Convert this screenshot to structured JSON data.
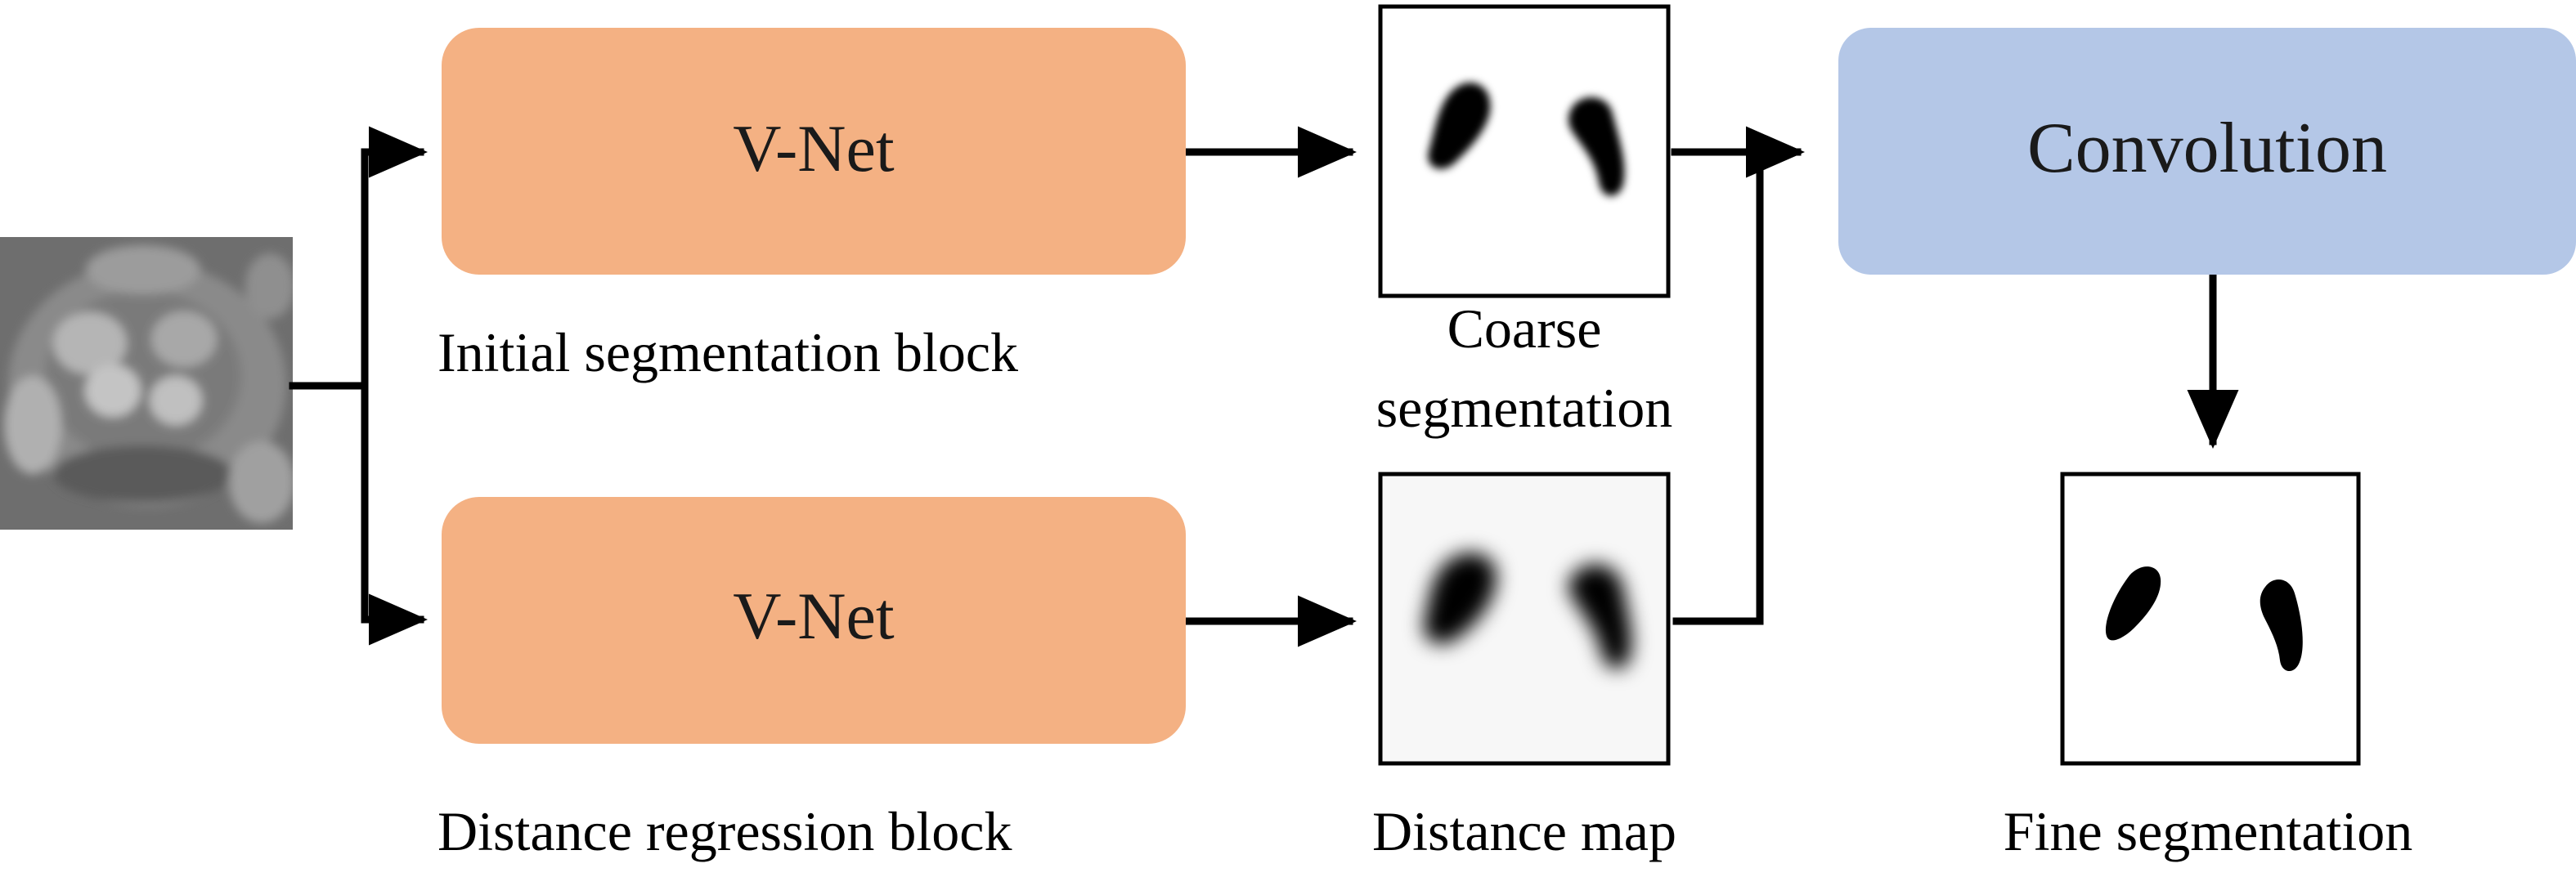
{
  "blocks": {
    "vnet_top": {
      "label": "V-Net",
      "color": "#F4B183"
    },
    "vnet_bottom": {
      "label": "V-Net",
      "color": "#F4B183"
    },
    "convolution": {
      "label": "Convolution",
      "color": "#B4C7E7"
    }
  },
  "captions": {
    "initial_block": "Initial segmentation block",
    "distance_block": "Distance regression block",
    "coarse_line1": "Coarse",
    "coarse_line2": "segmentation",
    "distance_map": "Distance map",
    "fine": "Fine segmentation"
  },
  "colors": {
    "arrow": "#000000",
    "scan_background": "#6e6e6e",
    "mask": "#000000"
  }
}
